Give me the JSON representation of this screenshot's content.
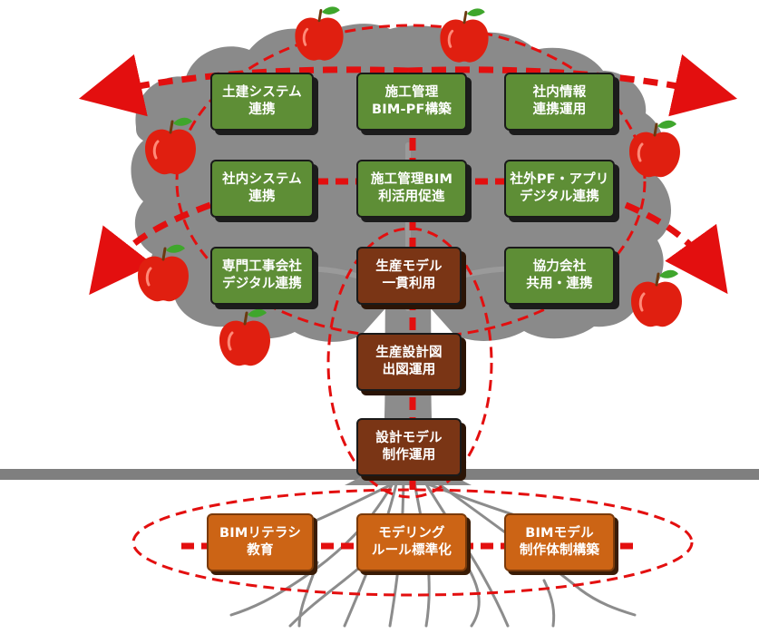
{
  "diagram": {
    "upper_boxes": [
      {
        "id": "b1",
        "lines": [
          "土建システム",
          "連携"
        ]
      },
      {
        "id": "b2",
        "lines": [
          "施工管理",
          "BIM-PF構築"
        ]
      },
      {
        "id": "b3",
        "lines": [
          "社内情報",
          "連携運用"
        ]
      },
      {
        "id": "b4",
        "lines": [
          "社内システム",
          "連携"
        ]
      },
      {
        "id": "b5",
        "lines": [
          "施工管理BIM",
          "利活用促進"
        ]
      },
      {
        "id": "b6",
        "lines": [
          "社外PF・アプリ",
          "デジタル連携"
        ]
      },
      {
        "id": "b7",
        "lines": [
          "専門工事会社",
          "デジタル連携"
        ]
      },
      {
        "id": "b9",
        "lines": [
          "協力会社",
          "共用・連携"
        ]
      }
    ],
    "trunk_boxes": [
      {
        "id": "t1",
        "lines": [
          "生産モデル",
          "一貫利用"
        ]
      },
      {
        "id": "t2",
        "lines": [
          "生産設計図",
          "出図運用"
        ]
      },
      {
        "id": "t3",
        "lines": [
          "設計モデル",
          "制作運用"
        ]
      }
    ],
    "root_boxes": [
      {
        "id": "r1",
        "lines": [
          "BIMリテラシ",
          "教育"
        ]
      },
      {
        "id": "r2",
        "lines": [
          "モデリング",
          "ルール標準化"
        ]
      },
      {
        "id": "r3",
        "lines": [
          "BIMモデル",
          "制作体制構築"
        ]
      }
    ],
    "colors": {
      "canopy": "#8a8a8a",
      "trunk": "#8a8a8a",
      "ground": "#7f7f7f",
      "green_box": "#5e8e36",
      "brown_box": "#7a3515",
      "orange_box": "#cc6415",
      "dash": "#e30f0f",
      "apple": "#e01f10",
      "leaf": "#3fa62c"
    },
    "icons": [
      "apple-icon"
    ]
  }
}
